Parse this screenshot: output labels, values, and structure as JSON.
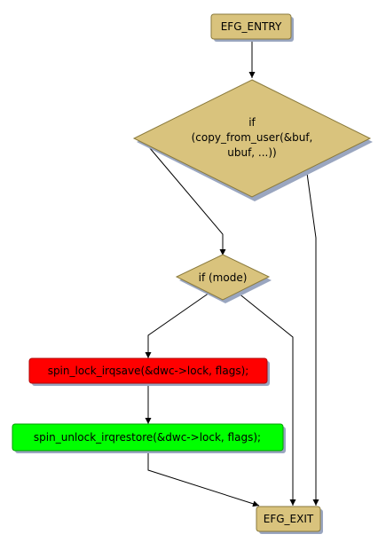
{
  "colors": {
    "node_fill": "#d9c37d",
    "node_stroke": "#8a7a3c",
    "shadow": "#9aa6c0",
    "lock_fill": "#ff0000",
    "lock_stroke": "#b00000",
    "unlock_fill": "#00ff00",
    "unlock_stroke": "#00a000",
    "edge": "#000000",
    "background": "#ffffff"
  },
  "nodes": {
    "entry": {
      "label": "EFG_ENTRY"
    },
    "copy_check": {
      "line1": "if",
      "line2": "(copy_from_user(&buf,",
      "line3": "ubuf, ...))"
    },
    "mode_check": {
      "label": "if (mode)"
    },
    "lock": {
      "label": "spin_lock_irqsave(&dwc->lock, flags);"
    },
    "unlock": {
      "label": "spin_unlock_irqrestore(&dwc->lock, flags);"
    },
    "exit": {
      "label": "EFG_EXIT"
    }
  }
}
